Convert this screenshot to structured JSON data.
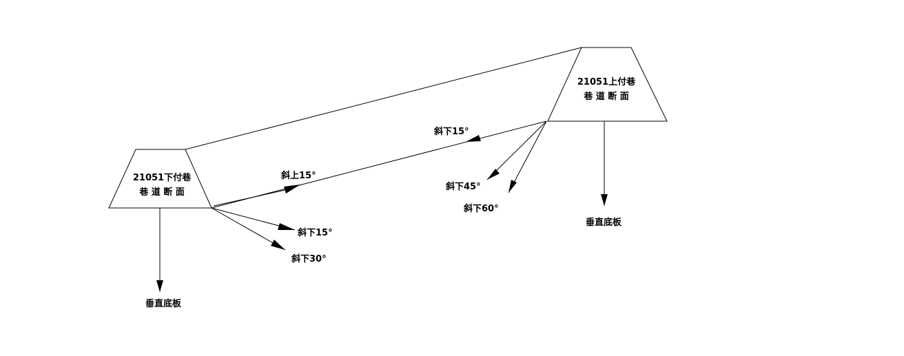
{
  "lower_roadway": {
    "title_line1": "21051下付巷",
    "title_line2": "巷 道 断 面",
    "labels": {
      "up15": "斜上15°",
      "down15": "斜下15°",
      "down30": "斜下30°",
      "vertical": "垂直底板"
    }
  },
  "upper_roadway": {
    "title_line1": "21051上付巷",
    "title_line2": "巷 道 断 面",
    "labels": {
      "down15": "斜下15°",
      "down45": "斜下45°",
      "down60": "斜下60°",
      "vertical": "垂直底板"
    }
  },
  "colors": {
    "line": "#000000",
    "background": "#ffffff"
  }
}
